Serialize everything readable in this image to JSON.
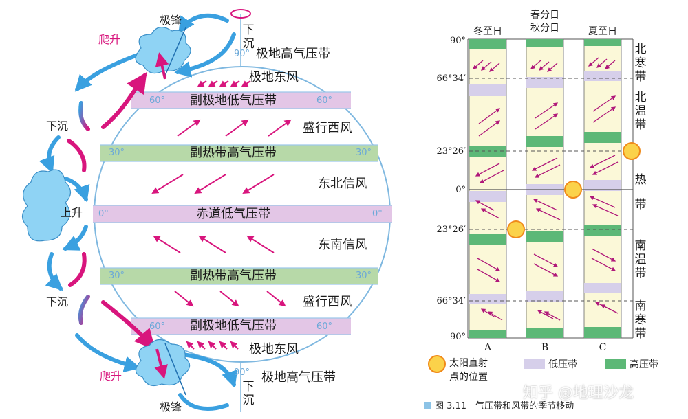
{
  "left": {
    "belts": {
      "polar_high_n": "极地高气压带",
      "polar_easterly_n": "极地东风",
      "subpolar_low_n": "副极地低气压带",
      "westerly_n": "盛行西风",
      "subtropical_high_n": "副热带高气压带",
      "ne_trade": "东北信风",
      "equatorial_low": "赤道低气压带",
      "se_trade": "东南信风",
      "subtropical_high_s": "副热带高气压带",
      "westerly_s": "盛行西风",
      "subpolar_low_s": "副极地低气压带",
      "polar_easterly_s": "极地东风",
      "polar_high_s": "极地高气压带"
    },
    "circulation": {
      "polar_front_n": "极锋",
      "polar_front_s": "极锋",
      "rise_n": "爬升",
      "rise_s": "爬升",
      "sink_mid_n": "下沉",
      "sink_mid_s": "下沉",
      "rise_equator": "上升",
      "sink_pole_n": "下沉",
      "sink_pole_s": "下沉"
    },
    "degrees": {
      "d90": "90°",
      "d60": "60°",
      "d30": "30°",
      "d0": "0°"
    },
    "colors": {
      "low_pressure": "#e3c6e6",
      "high_pressure": "#b7d9a8",
      "wind_arrow": "#d8157d",
      "air_flow": "#3aa0e0",
      "globe_line": "#7fb8e0"
    }
  },
  "right": {
    "columns": {
      "winter": "冬至日",
      "equinox_1": "春分日",
      "equinox_2": "秋分日",
      "summer": "夏至日"
    },
    "column_letters": {
      "a": "A",
      "b": "B",
      "c": "C"
    },
    "latitudes": {
      "l90n": "90°",
      "l66n": "66°34′",
      "l23n": "23°26′",
      "l0": "0°",
      "l23s": "23°26′",
      "l66s": "66°34′",
      "l90s": "90°"
    },
    "zones": {
      "north_frigid": "北寒带",
      "north_temperate": "北温带",
      "tropical_1": "热",
      "tropical_2": "带",
      "south_temperate": "南温带",
      "south_frigid": "南寒带"
    },
    "legend": {
      "sun_1": "太阳直射",
      "sun_2": "点的位置",
      "low": "低压带",
      "high": "高压带"
    },
    "caption": "图 3.11　气压带和风带的季节移动",
    "colors": {
      "column_fill": "#fbf8d8",
      "low_band": "#d6cfea",
      "high_band": "#5db877",
      "arrow": "#b0187a",
      "sun": "#f5a21a"
    }
  },
  "watermark": "知乎 @地理沙龙"
}
